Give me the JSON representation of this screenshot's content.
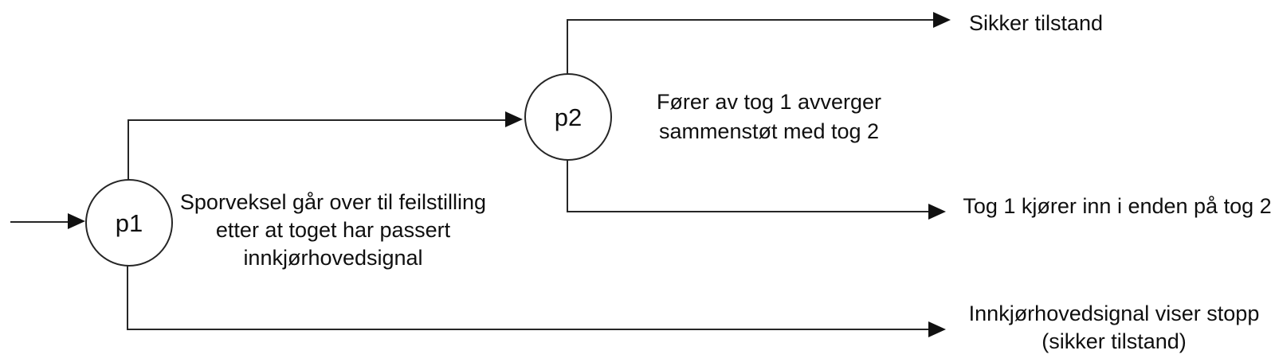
{
  "diagram": {
    "type": "event-tree",
    "background_color": "#ffffff",
    "line_color": "#262626",
    "text_color": "#0f0f0f",
    "nodes": [
      {
        "id": "p1",
        "label": "p1",
        "description": "Sporveksel går over til feilstilling etter at toget har passert innkjørhovedsignal"
      },
      {
        "id": "p2",
        "label": "p2",
        "description": "Fører av tog 1 avverger sammenstøt med tog 2"
      }
    ],
    "edges": [
      {
        "from": "start",
        "to": "p1"
      },
      {
        "from": "p1",
        "to": "p2",
        "branch": "up"
      },
      {
        "from": "p1",
        "to": "outcome-innkjorhovedsignal",
        "branch": "down"
      },
      {
        "from": "p2",
        "to": "outcome-sikker-tilstand",
        "branch": "up"
      },
      {
        "from": "p2",
        "to": "outcome-tog1-kollisjon",
        "branch": "down"
      }
    ],
    "outcomes": [
      {
        "id": "outcome-sikker-tilstand",
        "label": "Sikker tilstand"
      },
      {
        "id": "outcome-tog1-kollisjon",
        "label": "Tog 1 kjører inn i enden på tog 2"
      },
      {
        "id": "outcome-innkjorhovedsignal",
        "label": "Innkjørhovedsignal viser stopp (sikker tilstand)"
      }
    ]
  }
}
